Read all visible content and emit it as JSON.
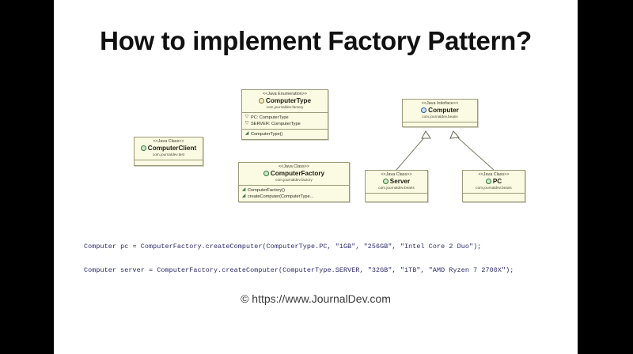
{
  "slide": {
    "title": "How to implement Factory Pattern?",
    "footer": "© https://www.JournalDev.com"
  },
  "diagram": {
    "boxes": [
      {
        "id": "computer-type",
        "stereotype": "<<Java Enumeration>>",
        "name": "ComputerType",
        "package": "com.journaldev.factory",
        "icon": "enum-icon",
        "fields": [
          {
            "icon": "field-icon",
            "text": "PC: ComputerType"
          },
          {
            "icon": "field-icon",
            "text": "SERVER: ComputerType"
          }
        ],
        "methods": [
          {
            "icon": "method-icon",
            "text": "ComputerType()"
          }
        ]
      },
      {
        "id": "computer-client",
        "stereotype": "<<Java Class>>",
        "name": "ComputerClient",
        "package": "com.journaldev.test",
        "icon": "class-icon",
        "fields": [],
        "methods": []
      },
      {
        "id": "computer-factory",
        "stereotype": "<<Java Class>>",
        "name": "ComputerFactory",
        "package": "com.journaldev.factory",
        "icon": "class-icon",
        "fields": [],
        "methods": [
          {
            "icon": "method-icon",
            "text": "ComputerFactory()"
          },
          {
            "icon": "method-icon",
            "text": "createComputer(ComputerType..."
          }
        ]
      },
      {
        "id": "computer-interface",
        "stereotype": "<<Java Interface>>",
        "name": "Computer",
        "package": "com.journaldev.beans",
        "icon": "interface-icon",
        "fields": [],
        "methods": []
      },
      {
        "id": "server",
        "stereotype": "<<Java Class>>",
        "name": "Server",
        "package": "com.journaldev.beans",
        "icon": "class-icon",
        "fields": [],
        "methods": []
      },
      {
        "id": "pc",
        "stereotype": "<<Java Class>>",
        "name": "PC",
        "package": "com.journaldev.beans",
        "icon": "class-icon",
        "fields": [],
        "methods": []
      }
    ],
    "relations": [
      {
        "from": "server",
        "to": "computer-interface",
        "type": "realization"
      },
      {
        "from": "pc",
        "to": "computer-interface",
        "type": "realization"
      }
    ]
  },
  "code": {
    "line1": "Computer pc = ComputerFactory.createComputer(ComputerType.PC, \"1GB\", \"256GB\", \"Intel Core 2 Duo\");",
    "line2": "Computer server = ComputerFactory.createComputer(ComputerType.SERVER, \"32GB\", \"1TB\", \"AMD Ryzen 7 2700X\");"
  },
  "colors": {
    "box_fill": "#fbfbe4",
    "box_border": "#9a9a78",
    "code_text": "#2b2b6b",
    "string_literal": "#6b4bb0",
    "letterbox": "#000000"
  }
}
